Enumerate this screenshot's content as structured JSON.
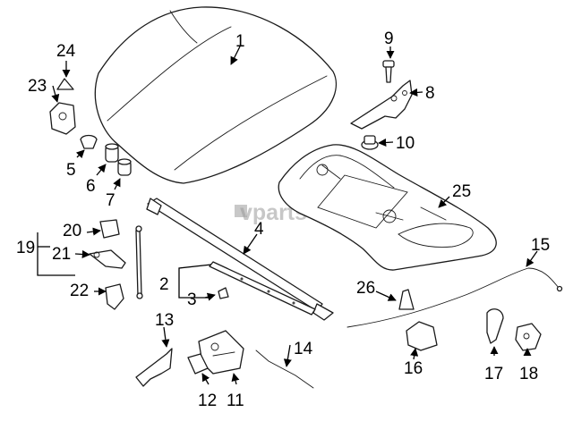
{
  "watermark": "vparts",
  "callouts": [
    "1",
    "2",
    "3",
    "4",
    "5",
    "6",
    "7",
    "8",
    "9",
    "10",
    "11",
    "12",
    "13",
    "14",
    "15",
    "16",
    "17",
    "18",
    "19",
    "20",
    "21",
    "22",
    "23",
    "24",
    "25",
    "26"
  ]
}
